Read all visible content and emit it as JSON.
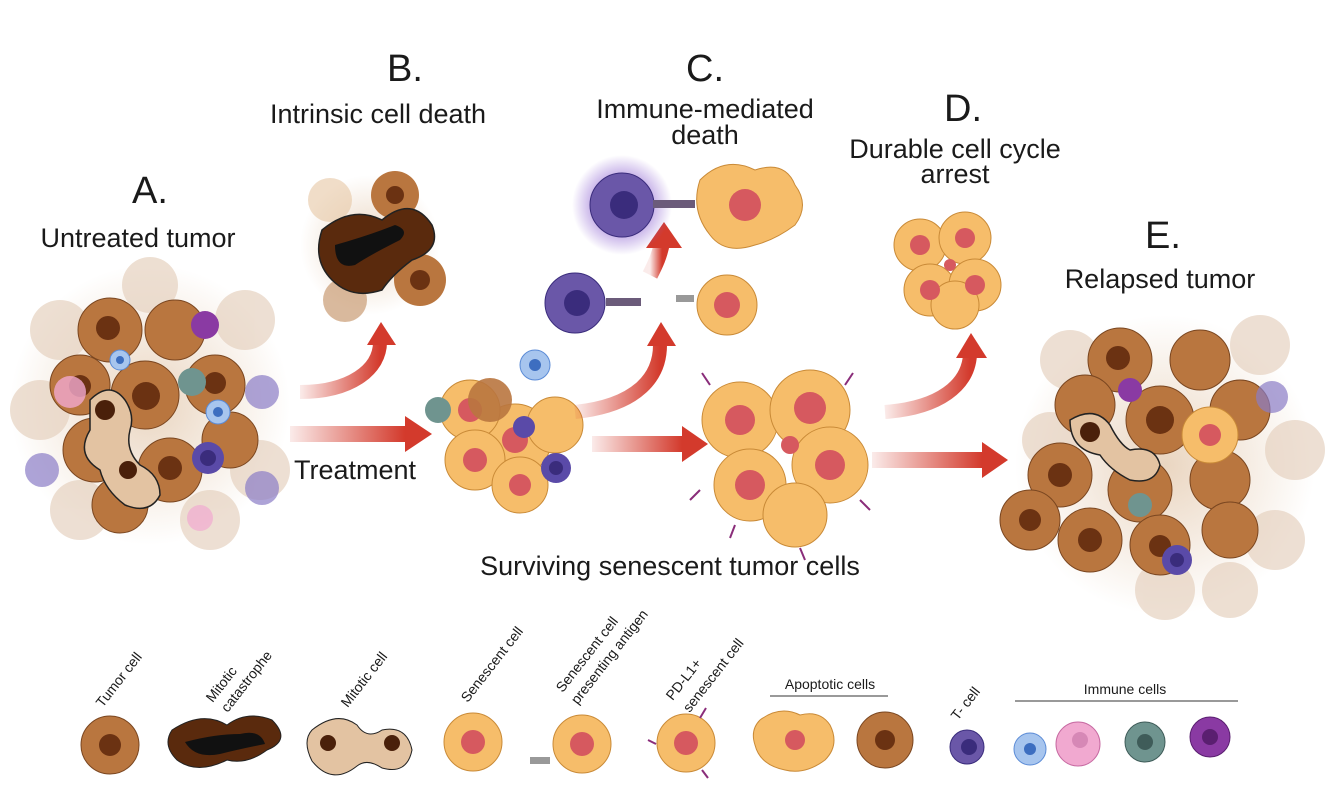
{
  "stages": {
    "a": {
      "letter": "A.",
      "title": "Untreated tumor"
    },
    "b": {
      "letter": "B.",
      "title": "Intrinsic cell death"
    },
    "c": {
      "letter": "C.",
      "title_line1": "Immune-mediated",
      "title_line2": "death"
    },
    "d": {
      "letter": "D.",
      "title_line1": "Durable cell cycle",
      "title_line2": "arrest"
    },
    "e": {
      "letter": "E.",
      "title": "Relapsed tumor"
    }
  },
  "labels": {
    "treatment": "Treatment",
    "surviving": "Surviving senescent tumor cells"
  },
  "legend": {
    "tumor_cell": "Tumor cell",
    "mitotic_catastrophe_1": "Mitotic",
    "mitotic_catastrophe_2": "catastrophe",
    "mitotic_cell": "Mitotic cell",
    "senescent_cell": "Senescent cell",
    "presenting_1": "Senescent cell",
    "presenting_2": "presenting antigen",
    "pdl1_1": "PD-L1+",
    "pdl1_2": "senescent cell",
    "apoptotic_cells": "Apoptotic cells",
    "t_cell": "T- cell",
    "immune_cells": "Immune cells"
  },
  "colors": {
    "tumor": "#b9763f",
    "tumor_dark": "#5a2a0d",
    "senescent": "#f6bd6a",
    "senescent_nucleus": "#d6595f",
    "tcell": "#6a57a8",
    "arrow": "#d33a2c",
    "pdl1": "#8a2d7a"
  }
}
